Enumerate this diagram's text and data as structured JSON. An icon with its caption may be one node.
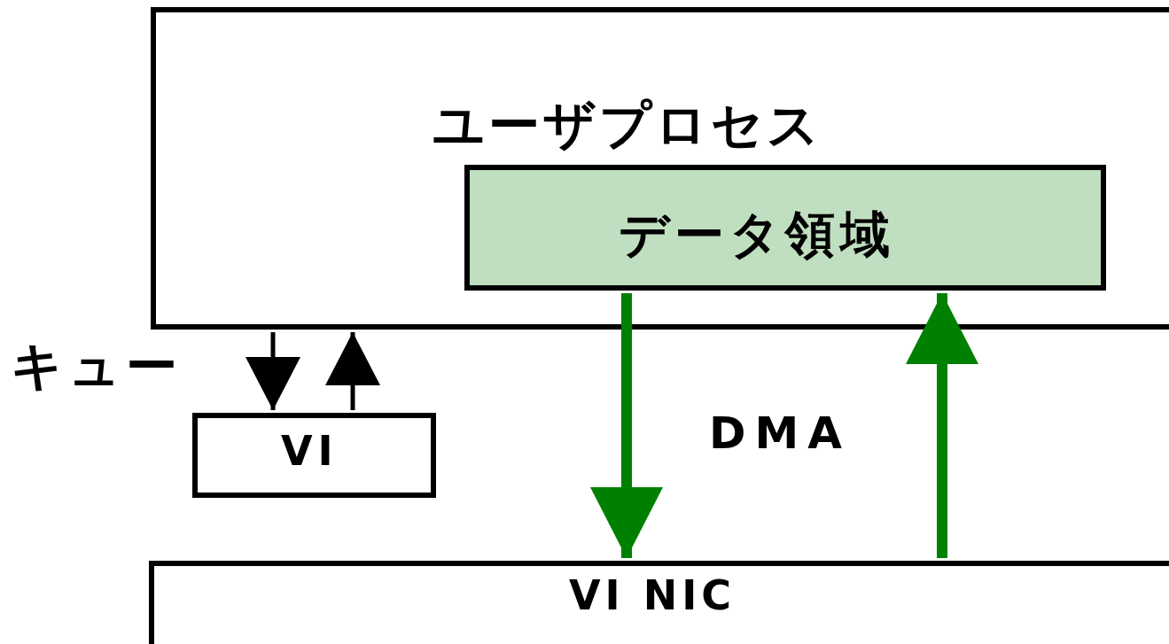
{
  "diagram": {
    "nodes": [
      {
        "text": [
          "ユーザプロセス"
        ]
      },
      {
        "text": [
          "データ領域"
        ],
        "in": 0
      },
      {
        "text": [
          "VI"
        ]
      },
      {
        "text": [
          "VI NIC"
        ]
      }
    ],
    "edges": [
      {
        "from": 0,
        "to": 2,
        "arrow": "to"
      },
      {
        "from": 2,
        "to": 0,
        "arrow": "to"
      },
      {
        "from": 1,
        "to": 3,
        "arrow": "to",
        "style": "thick",
        "color": "#008000"
      },
      {
        "from": 3,
        "to": 1,
        "arrow": "to",
        "style": "thick",
        "color": "#008000"
      }
    ],
    "labels": [
      "キュー",
      "DMA"
    ]
  }
}
